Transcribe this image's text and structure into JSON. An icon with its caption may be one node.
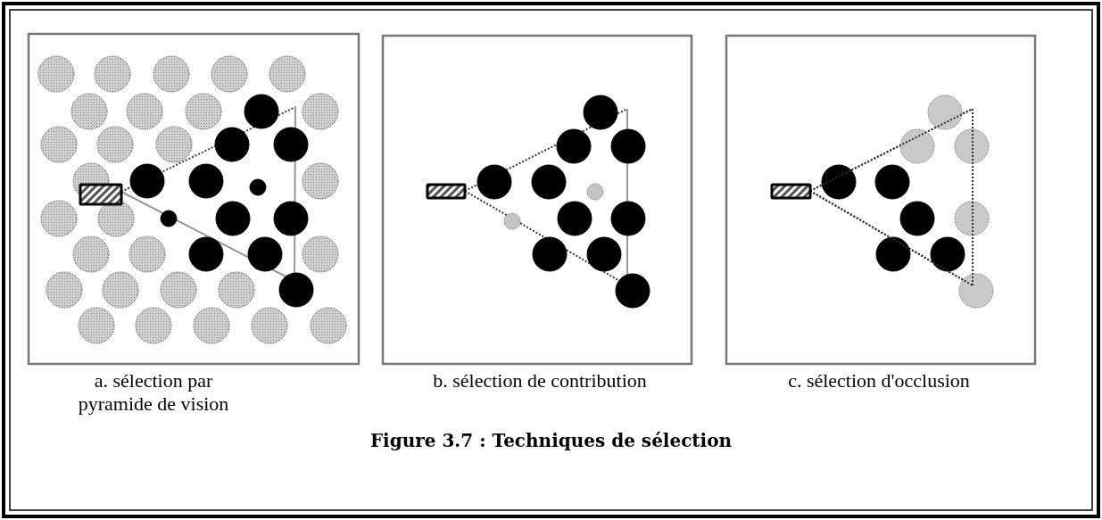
{
  "diagram": {
    "caption": "Figure 3.7 : Techniques de sélection",
    "labels": [
      "a. sélection par pyramide de vision",
      "b. sélection de contribution",
      "c. sélection d'occlusion"
    ]
  }
}
